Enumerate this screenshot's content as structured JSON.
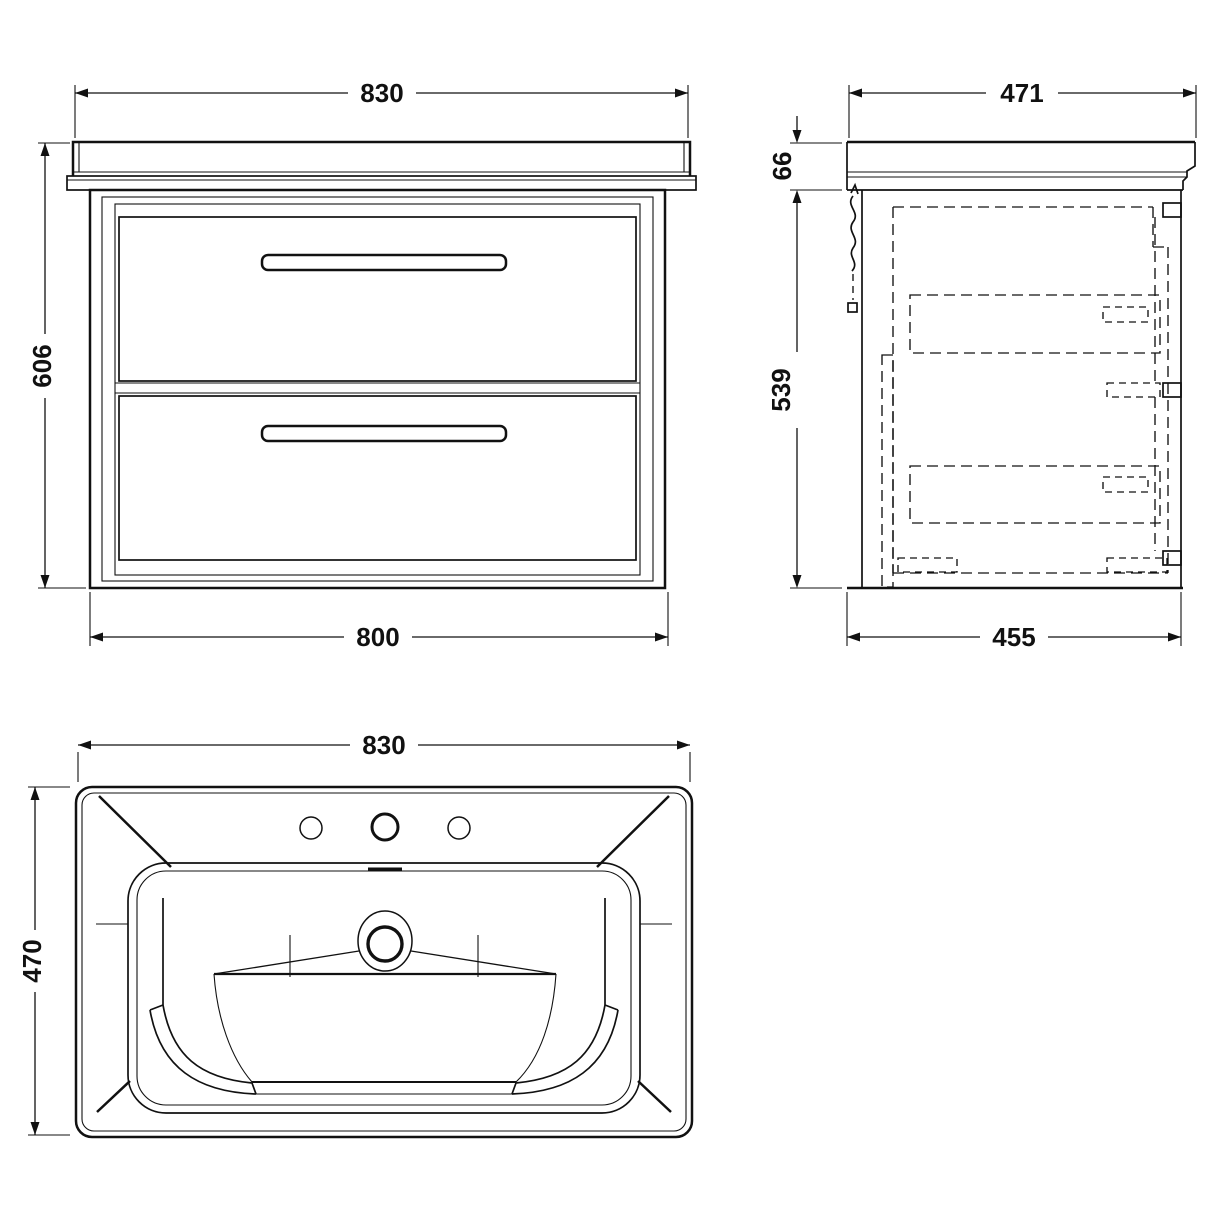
{
  "colors": {
    "line": "#111111",
    "background": "#ffffff"
  },
  "views": {
    "front": {
      "dim_width_top": "830",
      "dim_height_left": "606",
      "dim_width_bottom": "800"
    },
    "side": {
      "dim_depth_top": "471",
      "dim_basin_height_left": "66",
      "dim_cabinet_height_left": "539",
      "dim_depth_bottom": "455"
    },
    "plan": {
      "dim_width_top": "830",
      "dim_depth_left": "470"
    }
  }
}
